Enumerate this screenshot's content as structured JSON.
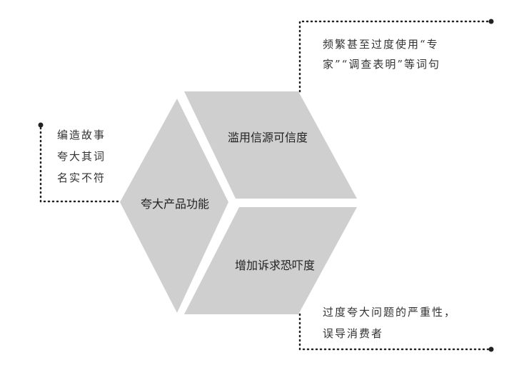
{
  "colors": {
    "segment_fill": "#cfcfcf",
    "dotted_line": "#222222",
    "text": "#333333"
  },
  "segments": {
    "credibility": {
      "label": "滥用信源可信度"
    },
    "exaggerate": {
      "label": "夸大产品功能"
    },
    "fear": {
      "label": "增加诉求恐吓度"
    }
  },
  "notes": {
    "credibility": {
      "lines": [
        "频繁甚至过度使用“专",
        "家”“调查表明”等词句"
      ]
    },
    "exaggerate": {
      "lines": [
        "编造故事",
        "夸大其词",
        "名实不符"
      ]
    },
    "fear": {
      "lines": [
        "过度夸大问题的严重性，",
        "误导消费者"
      ]
    }
  }
}
